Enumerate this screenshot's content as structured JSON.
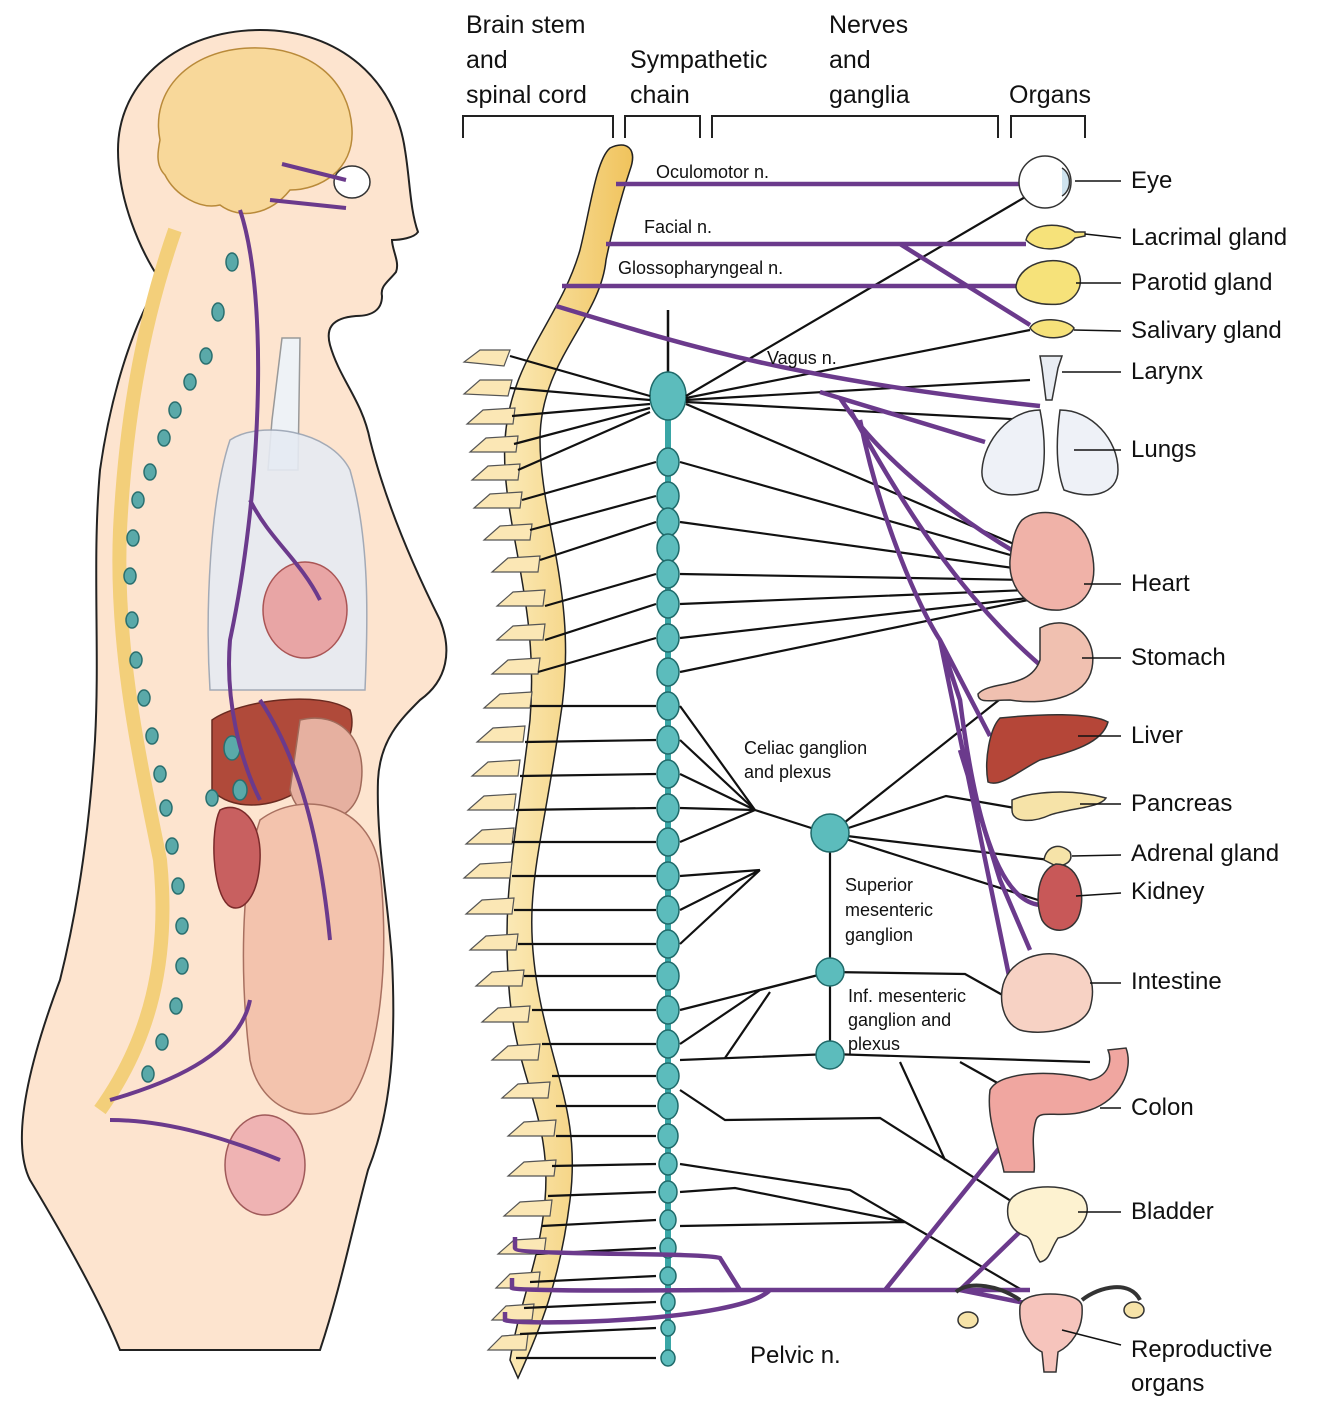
{
  "headers": {
    "brainstem_line1": "Brain stem",
    "brainstem_line2": "and",
    "brainstem_line3": "spinal cord",
    "sympathetic_line1": "Sympathetic",
    "sympathetic_line2": "chain",
    "nerves_line1": "Nerves",
    "nerves_line2": "and",
    "nerves_line3": "ganglia",
    "organs": "Organs"
  },
  "nerves": {
    "oculomotor": "Oculomotor n.",
    "facial": "Facial n.",
    "glossopharyngeal": "Glossopharyngeal n.",
    "vagus": "Vagus n.",
    "pelvic": "Pelvic n."
  },
  "ganglia": {
    "celiac_line1": "Celiac ganglion",
    "celiac_line2": "and plexus",
    "superior_line1": "Superior",
    "superior_line2": "mesenteric",
    "superior_line3": "ganglion",
    "inferior_line1": "Inf. mesenteric",
    "inferior_line2": "ganglion and",
    "inferior_line3": "plexus"
  },
  "organs": {
    "eye": "Eye",
    "lacrimal": "Lacrimal gland",
    "parotid": "Parotid gland",
    "salivary": "Salivary gland",
    "larynx": "Larynx",
    "lungs": "Lungs",
    "heart": "Heart",
    "stomach": "Stomach",
    "liver": "Liver",
    "pancreas": "Pancreas",
    "adrenal": "Adrenal gland",
    "kidney": "Kidney",
    "intestine": "Intestine",
    "colon": "Colon",
    "bladder": "Bladder",
    "reproductive_line1": "Reproductive",
    "reproductive_line2": "organs"
  },
  "colors": {
    "parasympathetic": "#6b3a8c",
    "sympathetic_chain": "#3aa6a6",
    "spinal_cord": "#f5d27a",
    "body_skin": "#fde4cf",
    "nerve_black": "#111111"
  }
}
